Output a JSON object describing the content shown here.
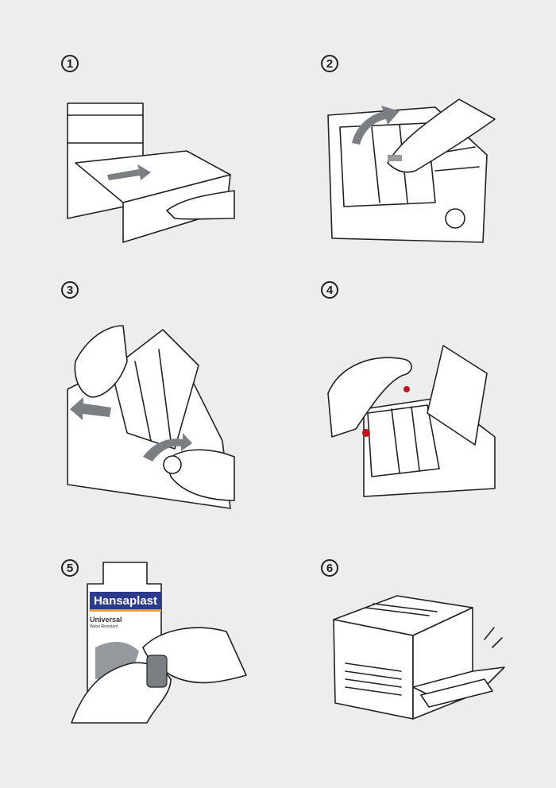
{
  "steps": [
    {
      "number": "1",
      "description_icon": "open-paper-tray"
    },
    {
      "number": "2",
      "description_icon": "lift-fuser-cover"
    },
    {
      "number": "3",
      "description_icon": "pull-jammed-paper"
    },
    {
      "number": "4",
      "description_icon": "bleeding-finger"
    },
    {
      "number": "5",
      "description_icon": "apply-plaster"
    },
    {
      "number": "6",
      "description_icon": "printer-working"
    }
  ],
  "product": {
    "brand": "Hansaplast",
    "name": "Universal",
    "tagline": "Water Resistant"
  },
  "colors": {
    "background": "#ededee",
    "arrow": "#7b7e83",
    "blood": "#c0141c",
    "brand_blue": "#2b3a8c",
    "brand_orange": "#e3a33a"
  }
}
